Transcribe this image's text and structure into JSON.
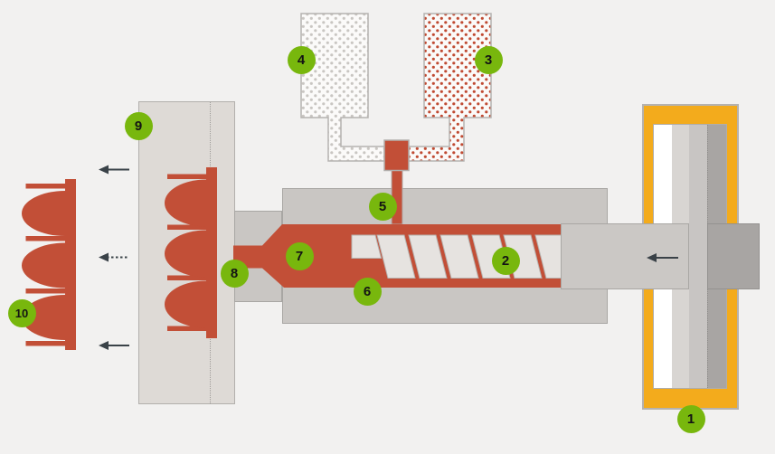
{
  "diagram": {
    "name": "injection-molding-machine-schematic",
    "markers": [
      {
        "value": "1"
      },
      {
        "value": "2"
      },
      {
        "value": "3"
      },
      {
        "value": "4"
      },
      {
        "value": "5"
      },
      {
        "value": "6"
      },
      {
        "value": "7"
      },
      {
        "value": "8"
      },
      {
        "value": "9"
      },
      {
        "value": "10"
      }
    ],
    "colors": {
      "background": "#f2f1f0",
      "melt_red": "#c24f37",
      "granulate_red_dots": "#c04a32",
      "granulate_gray_dots": "#c9c6c2",
      "frame_orange": "#f3ab1c",
      "marker_green": "#78b70d",
      "metal_gray": "#c9c6c3",
      "mold_gray": "#dedad6",
      "flight_white": "#e6e3e0",
      "arrow_dark": "#3a4248"
    }
  }
}
